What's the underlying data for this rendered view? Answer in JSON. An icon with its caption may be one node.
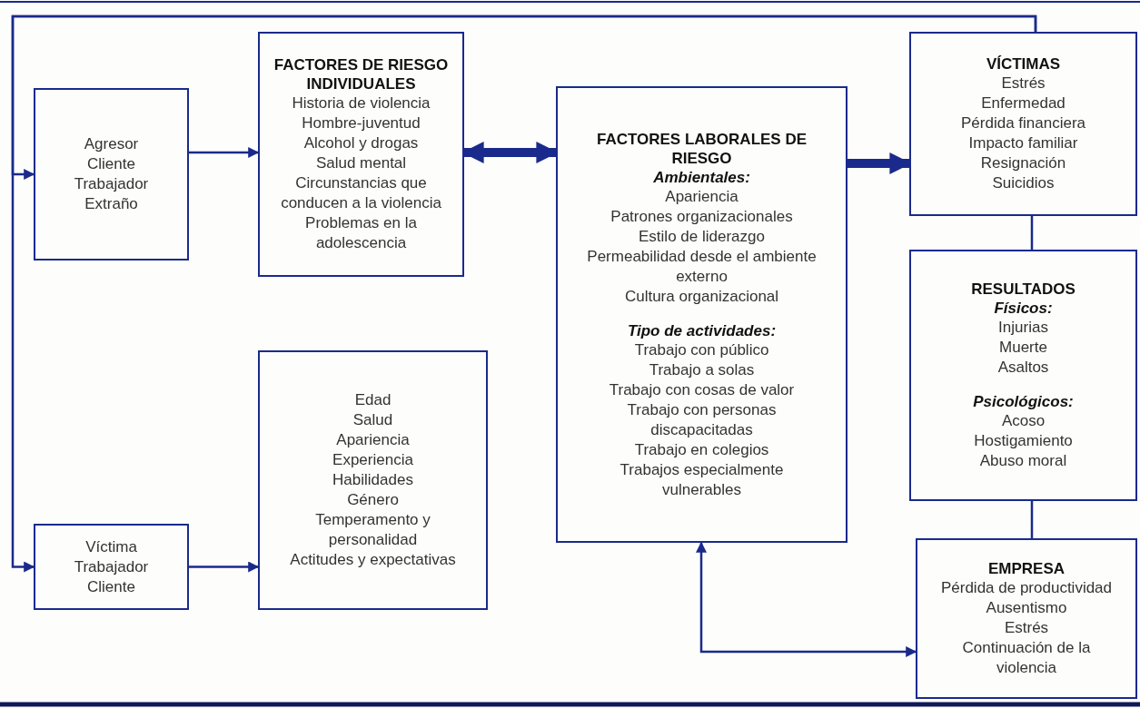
{
  "diagram": {
    "nodes": [
      {
        "text": [
          "Agresor",
          "Cliente",
          "Trabajador",
          "Extraño"
        ]
      },
      {
        "text": [
          "FACTORES DE RIESGO INDIVIDUALES",
          "Historia de violencia",
          "Hombre-juventud",
          "Alcohol y drogas",
          "Salud mental",
          "Circunstancias que conducen a la violencia",
          "Problemas en la adolescencia"
        ]
      },
      {
        "text": [
          "FACTORES LABORALES DE RIESGO",
          "Ambientales:",
          "Apariencia",
          "Patrones organizacionales",
          "Estilo de liderazgo",
          "Permeabilidad desde el ambiente externo",
          "Cultura organizacional",
          "Tipo de actividades:",
          "Trabajo con público",
          "Trabajo a solas",
          "Trabajo con cosas de valor",
          "Trabajo con personas discapacitadas",
          "Trabajo en colegios",
          "Trabajos especialmente vulnerables"
        ]
      },
      {
        "text": [
          "VÍCTIMAS",
          "Estrés",
          "Enfermedad",
          "Pérdida financiera",
          "Impacto familiar",
          "Resignación",
          "Suicidios"
        ]
      },
      {
        "text": [
          "Víctima",
          "Trabajador",
          "Cliente"
        ]
      },
      {
        "text": [
          "Edad",
          "Salud",
          "Apariencia",
          "Experiencia",
          "Habilidades",
          "Género",
          "Temperamento y personalidad",
          "Actitudes y expectativas"
        ]
      },
      {
        "text": [
          "RESULTADOS",
          "Físicos:",
          "Injurias",
          "Muerte",
          "Asaltos",
          "Psicológicos:",
          "Acoso",
          "Hostigamiento",
          "Abuso moral"
        ]
      },
      {
        "text": [
          "EMPRESA",
          "Pérdida de productividad",
          "Ausentismo",
          "Estrés",
          "Continuación de la violencia"
        ]
      }
    ],
    "edges": [
      {
        "from": 3,
        "to": 0,
        "arrow": "to"
      },
      {
        "from": 3,
        "to": 4,
        "arrow": "to"
      },
      {
        "from": 0,
        "to": 1,
        "arrow": "to"
      },
      {
        "from": 4,
        "to": 5,
        "arrow": "to"
      },
      {
        "from": 1,
        "to": 2,
        "arrow": "both",
        "style": "thick"
      },
      {
        "from": 2,
        "to": 3,
        "arrow": "to",
        "style": "thick"
      },
      {
        "from": 3,
        "to": 6,
        "arrow": "none"
      },
      {
        "from": 6,
        "to": 7,
        "arrow": "none"
      },
      {
        "from": 2,
        "to": 7,
        "arrow": "both"
      }
    ]
  }
}
